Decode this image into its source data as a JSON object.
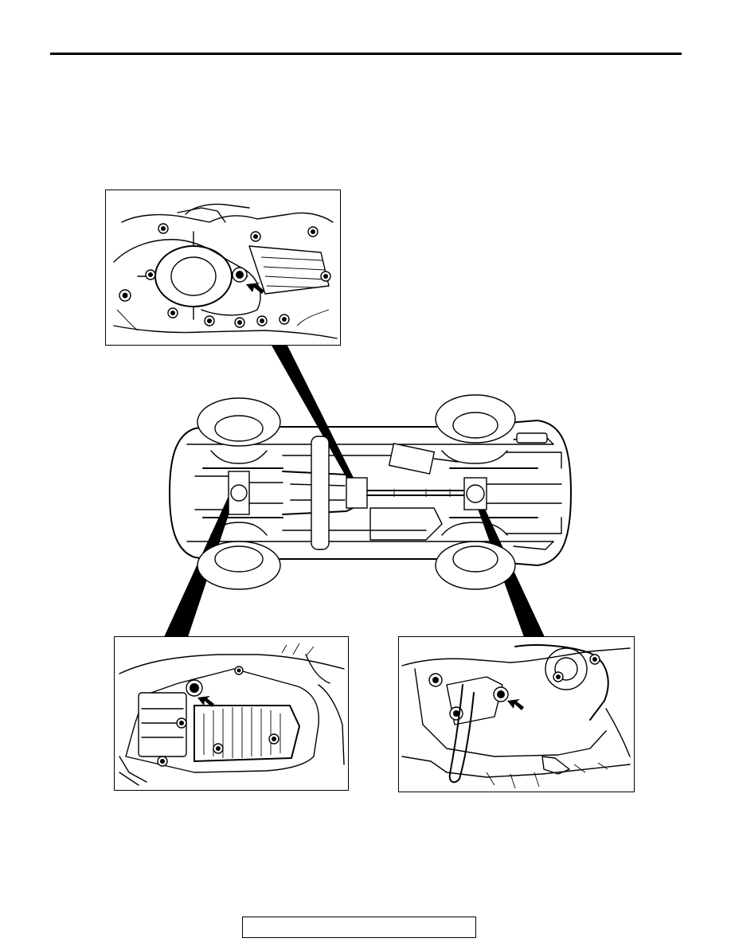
{
  "page": {
    "footer_text": ""
  },
  "figure": {
    "callouts": [
      {
        "name": "transfer-case-plug",
        "arrow": "filler-plug-arrow-icon"
      },
      {
        "name": "rear-differential-plug",
        "arrow": "filler-plug-arrow-icon"
      },
      {
        "name": "front-differential-plug",
        "arrow": "filler-plug-arrow-icon"
      }
    ],
    "main_view": "vehicle-underside-icon"
  }
}
